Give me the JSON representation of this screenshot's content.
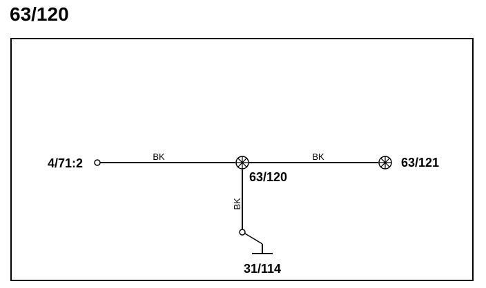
{
  "title": "63/120",
  "diagram": {
    "nodes": {
      "left_connector": "4/71:2",
      "center_splice": "63/120",
      "right_splice": "63/121",
      "ground": "31/114"
    },
    "wires": {
      "left_to_center": "BK",
      "center_to_right": "BK",
      "center_to_ground": "BK"
    }
  }
}
